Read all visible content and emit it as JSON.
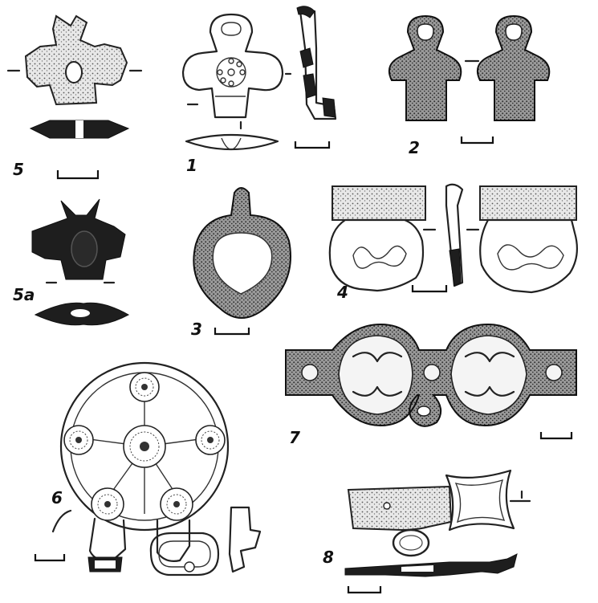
{
  "figure_labels": {
    "f1": "1",
    "f2": "2",
    "f3": "3",
    "f4": "4",
    "f5": "5",
    "f5a": "5a",
    "f6": "6",
    "f7": "7",
    "f8": "8"
  },
  "colors": {
    "ink": "#222222",
    "paper": "#ffffff",
    "dark_fill": "#1e1e1e"
  }
}
